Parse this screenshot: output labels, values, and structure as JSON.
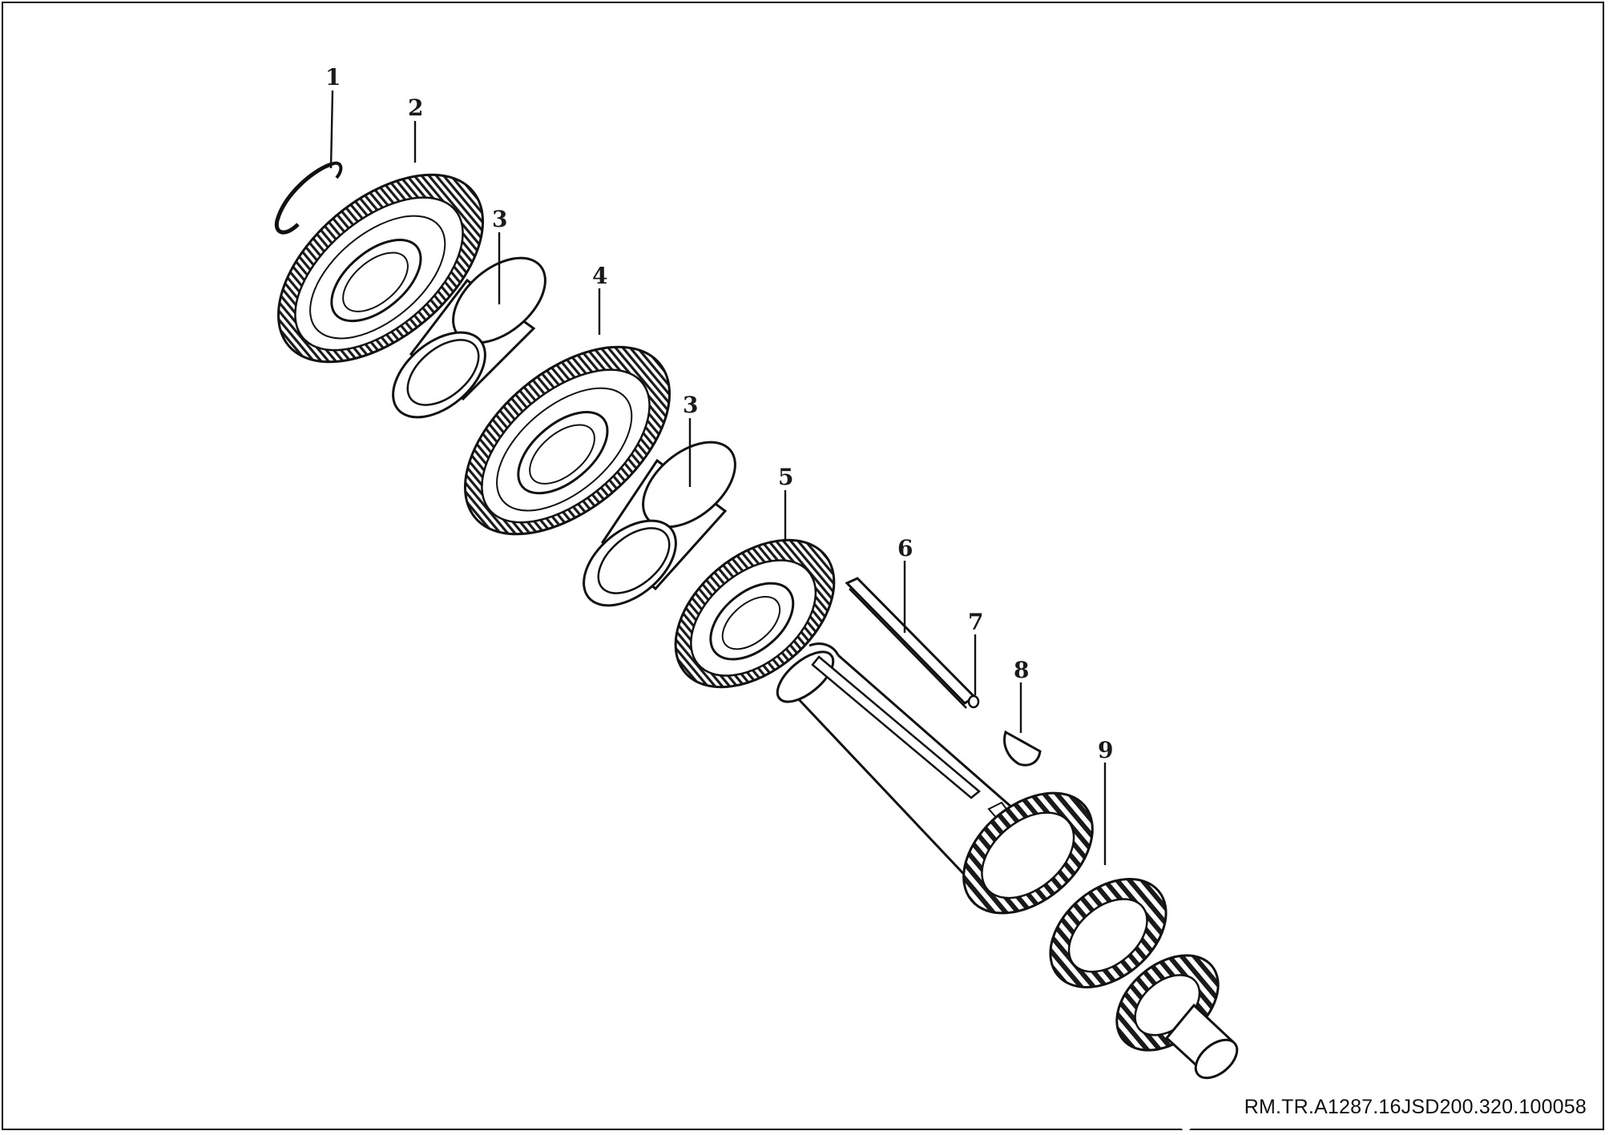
{
  "diagram": {
    "callouts": [
      "1",
      "2",
      "3",
      "3",
      "4",
      "5",
      "6",
      "7",
      "8",
      "9"
    ],
    "reference_code": "RM.TR.A1287.16JSD200.320.100058"
  },
  "colors": {
    "line": "#111111",
    "background": "#ffffff"
  }
}
